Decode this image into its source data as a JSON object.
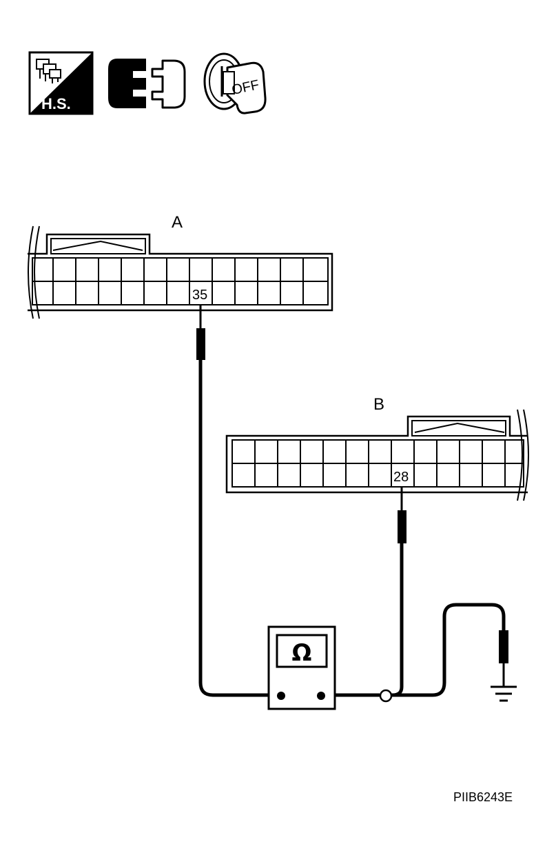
{
  "icons": {
    "harness_sensor": {
      "name": "harness-sensor-icon",
      "text": "H.S."
    },
    "connector_disconnected": {
      "name": "connector-disconnect-icon"
    },
    "ignition_key": {
      "name": "ignition-key-off-icon",
      "text": "OFF"
    }
  },
  "connector_a": {
    "label": "A",
    "pin": "35"
  },
  "connector_b": {
    "label": "B",
    "pin": "28"
  },
  "meter": {
    "symbol": "Ω"
  },
  "figure_code": "PIIB6243E",
  "colors": {
    "line": "#000000",
    "background": "#ffffff"
  }
}
